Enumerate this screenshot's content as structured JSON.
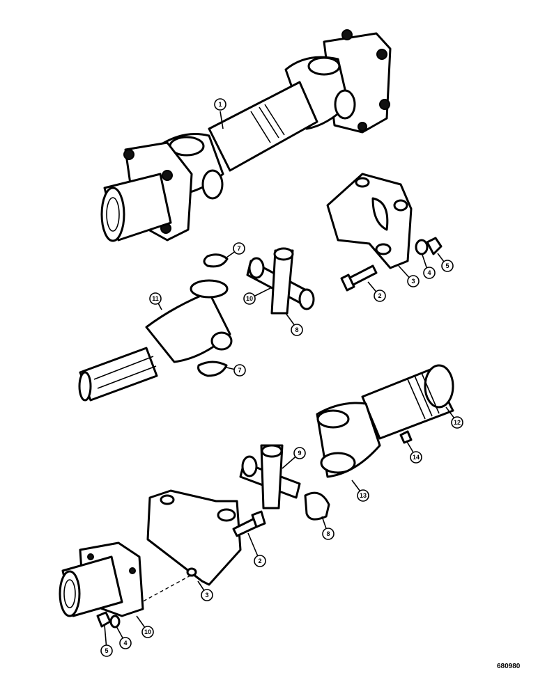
{
  "figure_number": "680980",
  "callouts": [
    {
      "id": "c1",
      "label": "1"
    },
    {
      "id": "c2a",
      "label": "2"
    },
    {
      "id": "c3a",
      "label": "3"
    },
    {
      "id": "c4a",
      "label": "4"
    },
    {
      "id": "c5a",
      "label": "5"
    },
    {
      "id": "c7a",
      "label": "7"
    },
    {
      "id": "c10a",
      "label": "10"
    },
    {
      "id": "c11",
      "label": "11"
    },
    {
      "id": "c8a",
      "label": "8"
    },
    {
      "id": "c7b",
      "label": "7"
    },
    {
      "id": "c12",
      "label": "12"
    },
    {
      "id": "c9",
      "label": "9"
    },
    {
      "id": "c14",
      "label": "14"
    },
    {
      "id": "c13",
      "label": "13"
    },
    {
      "id": "c8b",
      "label": "8"
    },
    {
      "id": "c2b",
      "label": "2"
    },
    {
      "id": "c3b",
      "label": "3"
    },
    {
      "id": "c10b",
      "label": "10"
    },
    {
      "id": "c5b",
      "label": "5"
    },
    {
      "id": "c4b",
      "label": "4"
    }
  ]
}
